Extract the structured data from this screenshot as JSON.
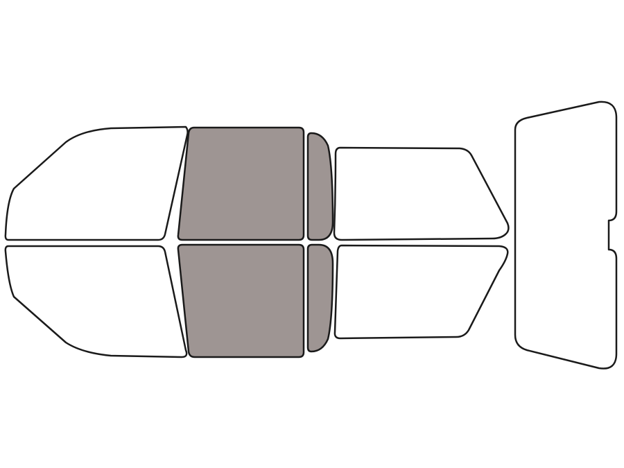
{
  "colors": {
    "background": "#ffffff",
    "outline": "#1a1a1a",
    "untinted_fill": "#ffffff",
    "tinted_fill": "#9e9593"
  },
  "panes": [
    {
      "name": "front-windshield-upper-half",
      "tinted": false
    },
    {
      "name": "front-windshield-lower-half",
      "tinted": false
    },
    {
      "name": "front-door-window-upper",
      "tinted": true
    },
    {
      "name": "front-door-window-lower",
      "tinted": true
    },
    {
      "name": "vent-window-upper",
      "tinted": true
    },
    {
      "name": "vent-window-lower",
      "tinted": true
    },
    {
      "name": "rear-door-window-upper",
      "tinted": false
    },
    {
      "name": "rear-door-window-lower",
      "tinted": false
    },
    {
      "name": "rear-window",
      "tinted": false
    }
  ]
}
